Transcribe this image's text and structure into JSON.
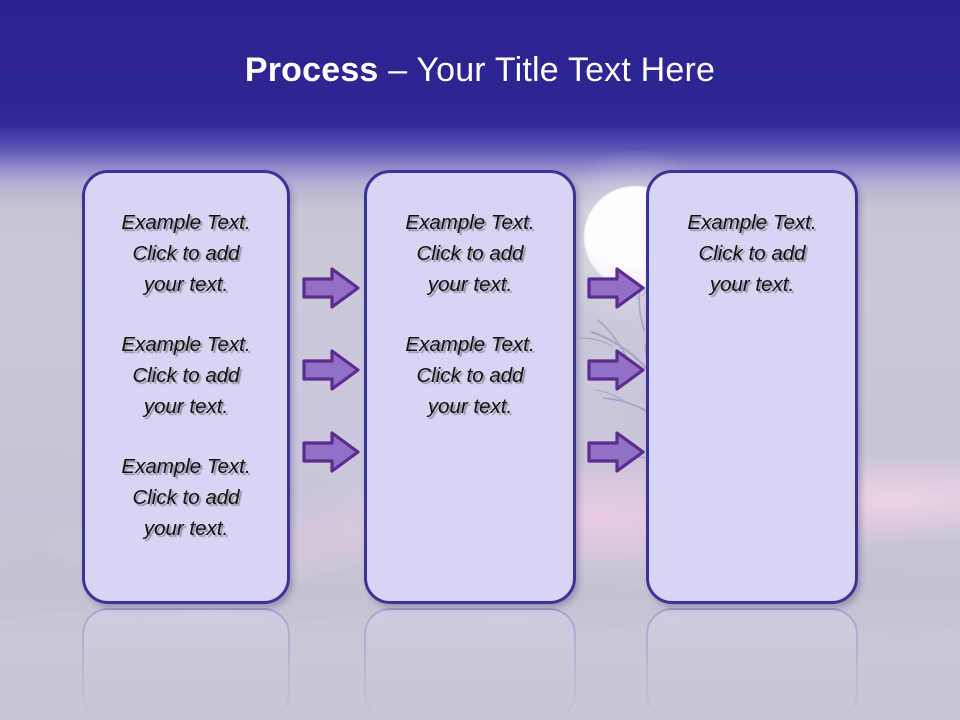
{
  "slide": {
    "title": {
      "strong": "Process",
      "rest": " – Your Title Text Here"
    },
    "colors": {
      "title_band": "#2b2490",
      "box_fill": "#d7d4f4",
      "box_border": "#3b3398",
      "arrow_fill": "#9370c8",
      "arrow_border": "#5b2d8e",
      "text": "#121212"
    },
    "boxes": [
      {
        "name": "process-box-1",
        "paragraphs": [
          "Example Text.\nClick  to add\nyour text.",
          "Example Text.\nClick  to add\nyour text.",
          "Example Text.\nClick  to add\nyour text."
        ]
      },
      {
        "name": "process-box-2",
        "paragraphs": [
          "Example Text.\nClick  to add\nyour text.",
          "Example Text.\nClick  to add\nyour text."
        ]
      },
      {
        "name": "process-box-3",
        "paragraphs": [
          "Example Text.\nClick  to add\nyour text."
        ]
      }
    ],
    "arrow_groups": [
      {
        "name": "arrow-group-1-to-2",
        "count": 3
      },
      {
        "name": "arrow-group-2-to-3",
        "count": 3
      }
    ],
    "background": {
      "scene": "moonlit sunset sky with bare tree and mountain ridge",
      "moon": "moon-shape",
      "tree": "bare-tree-branches",
      "ridge": "mountain-ridge"
    }
  }
}
